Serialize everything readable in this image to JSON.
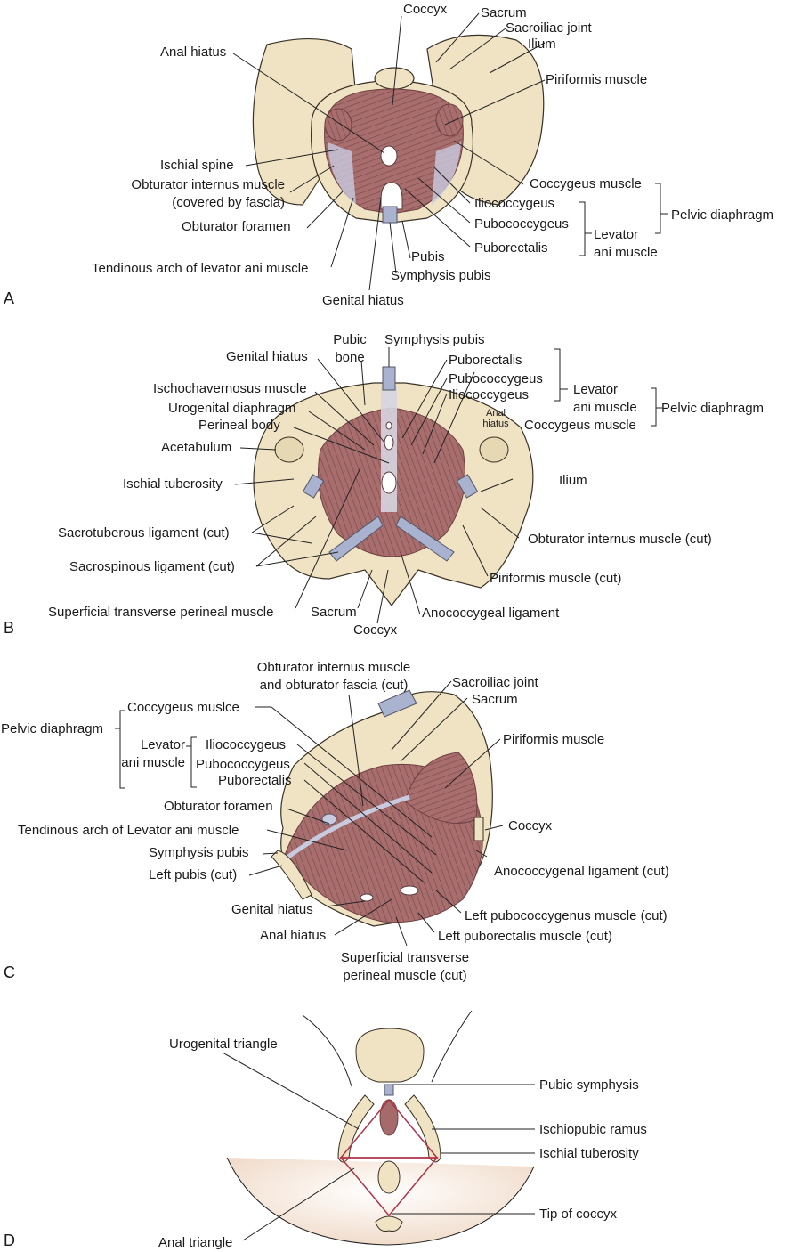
{
  "colors": {
    "bone": "#efe3c3",
    "bone_edge": "#3a3226",
    "muscle": "#a66a6a",
    "muscle_light": "#c99a98",
    "ligament": "#a9b3cf",
    "triangle": "#b0314a"
  },
  "panels": {
    "A": {
      "letter": "A",
      "labels": {
        "coccyx": "Coccyx",
        "sacrum": "Sacrum",
        "sacroiliac_joint": "Sacroiliac joint",
        "ilium": "Ilium",
        "anal_hiatus": "Anal hiatus",
        "piriformis": "Piriformis muscle",
        "ischial_spine": "Ischial spine",
        "obturator_internus_1": "Obturator internus muscle",
        "obturator_internus_2": "(covered by fascia)",
        "obturator_foramen": "Obturator foramen",
        "coccygeus": "Coccygeus muscle",
        "iliococcygeus": "Iliococcygeus",
        "pubococcygeus": "Pubococcygeus",
        "puborectalis": "Puborectalis",
        "pubis": "Pubis",
        "symphysis_pubis": "Symphysis pubis",
        "tendinous_arch": "Tendinous arch of levator ani muscle",
        "genital_hiatus": "Genital hiatus",
        "levator_1": "Levator",
        "levator_2": "ani muscle",
        "pelvic_diaphragm": "Pelvic diaphragm"
      }
    },
    "B": {
      "letter": "B",
      "labels": {
        "pubic_bone_1": "Pubic",
        "pubic_bone_2": "bone",
        "symphysis_pubis": "Symphysis pubis",
        "genital_hiatus": "Genital hiatus",
        "puborectalis": "Puborectalis",
        "pubococcygeus": "Pubococcygeus",
        "iliococcygeus": "Iliococcygeus",
        "ischiocavernosus": "Ischochavernosus muscle",
        "urogenital_diaphragm": "Urogenital diaphragm",
        "perineal_body": "Perineal body",
        "anal_hiatus_1": "Anal",
        "anal_hiatus_2": "hiatus",
        "coccygeus": "Coccygeus muscle",
        "acetabulum": "Acetabulum",
        "ischial_tuberosity": "Ischial tuberosity",
        "ilium": "Ilium",
        "sacrotuberous": "Sacrotuberous ligament (cut)",
        "obturator_internus": "Obturator internus muscle (cut)",
        "sacrospinous": "Sacrospinous ligament (cut)",
        "piriformis": "Piriformis muscle (cut)",
        "superficial_transverse": "Superficial transverse perineal muscle",
        "sacrum": "Sacrum",
        "coccyx": "Coccyx",
        "anococcygeal": "Anococcygeal ligament",
        "levator_1": "Levator",
        "levator_2": "ani muscle",
        "pelvic_diaphragm": "Pelvic diaphragm"
      }
    },
    "C": {
      "letter": "C",
      "labels": {
        "obturator_internus_1": "Obturator internus muscle",
        "obturator_internus_2": "and obturator fascia (cut)",
        "sacroiliac_joint": "Sacroiliac joint",
        "sacrum": "Sacrum",
        "pelvic_diaphragm": "Pelvic diaphragm",
        "coccygeus": "Coccygeus muslce",
        "levator_1": "Levator",
        "levator_2": "ani muscle",
        "iliococcygeus": "Iliococcygeus",
        "pubococcygeus": "Pubococcygeus",
        "puborectalis": "Puborectalis",
        "piriformis": "Piriformis muscle",
        "obturator_foramen": "Obturator foramen",
        "tendinous_arch": "Tendinous arch of Levator ani muscle",
        "coccyx": "Coccyx",
        "symphysis_pubis": "Symphysis pubis",
        "anococcygenal": "Anococcygenal ligament (cut)",
        "left_pubis": "Left pubis (cut)",
        "genital_hiatus": "Genital hiatus",
        "left_pubococcygenus": "Left pubococcygenus muscle (cut)",
        "anal_hiatus": "Anal hiatus",
        "left_puborectalis": "Left puborectalis muscle (cut)",
        "superficial_1": "Superficial transverse",
        "superficial_2": "perineal muscle (cut)"
      }
    },
    "D": {
      "letter": "D",
      "labels": {
        "urogenital_triangle": "Urogenital triangle",
        "pubic_symphysis": "Pubic symphysis",
        "ischiopubic_ramus": "Ischiopubic ramus",
        "ischial_tuberosity": "Ischial tuberosity",
        "tip_of_coccyx": "Tip of coccyx",
        "anal_triangle": "Anal triangle"
      }
    }
  }
}
